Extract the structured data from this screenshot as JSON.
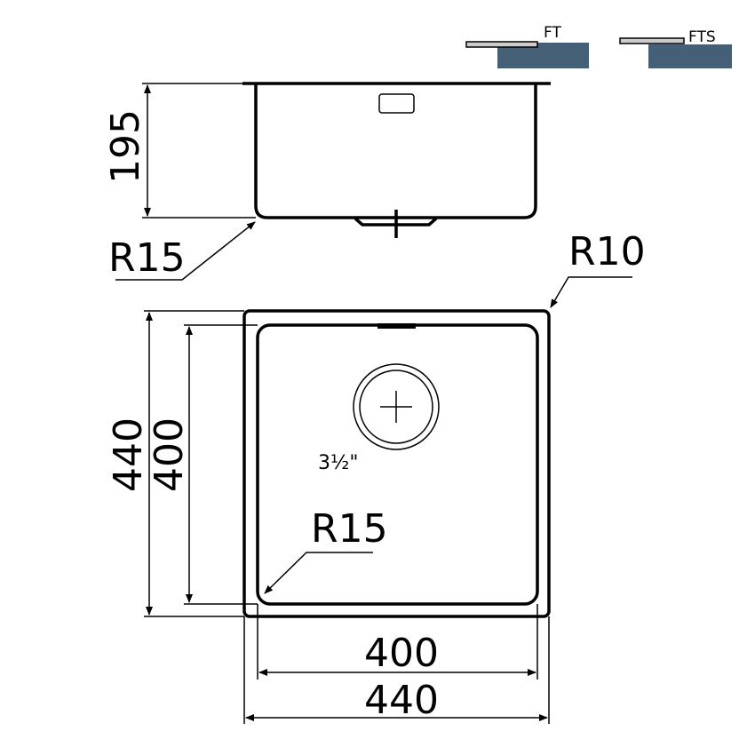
{
  "mounting_types": [
    {
      "label": "FT",
      "counter_color": "#456076"
    },
    {
      "label": "FTS",
      "counter_color": "#456076"
    }
  ],
  "side_view": {
    "depth_label": "195",
    "corner_radius_label": "R15"
  },
  "plan_view": {
    "outer_height_label": "440",
    "inner_height_label": "400",
    "inner_width_label": "400",
    "outer_width_label": "440",
    "outer_radius_label": "R10",
    "inner_radius_label": "R15",
    "drain_size_label": "3½\""
  }
}
